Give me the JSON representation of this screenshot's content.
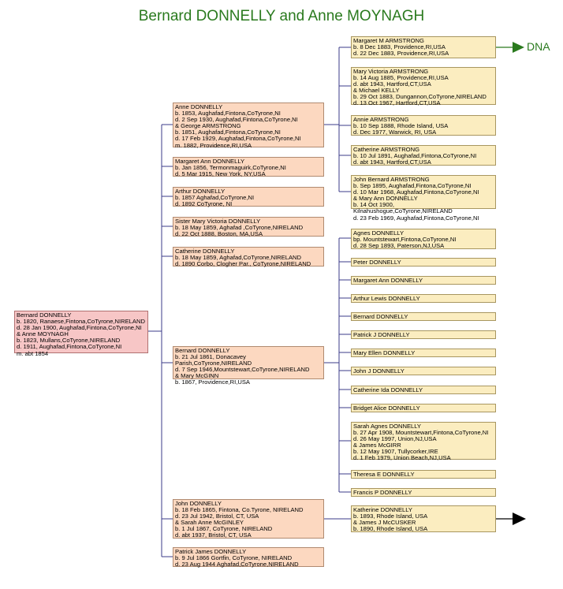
{
  "title": "Bernard DONNELLY and Anne MOYNAGH",
  "root": "Bernard DONNELLY\nb. 1820, Ranaese,Fintona,CoTyrone,NIRELAND\nd. 28 Jan 1900, Aughafad,Fintona,CoTyrone,NI\n& Anne MOYNAGH\nb. 1823, Mullans,CoTyrone,NIRELAND\nd. 1911, Aughafad,Fintona,CoTyrone,NI\nm. abt 1854",
  "children": [
    "Anne DONNELLY\nb. 1853, Aughafad,Fintona,CoTyrone,NI\nd. 2 Sep 1930, Aughafad,Fintona,CoTyrone,NI\n& George ARMSTRONG\nb. 1851, Aughafad,Fintona,CoTyrone,NI\nd. 17 Feb 1929, Aughafad,Fintona,CoTyrone,NI\nm. 1882, Providence,RI,USA",
    "Margaret Ann DONNELLY\nb. Jan 1856, Termonmaguirk,CoTyrone,NI\nd. 5 Mar 1915, New York, NY,USA",
    "Arthur DONNELLY\nb. 1857 Aghafad,CoTyrone,NI\nd. 1892 CoTyrone, NI",
    "Sister Mary Victoria DONNELLY\nb. 18 May 1859, Aghafad ,CoTyrone,NIRELAND\nd. 22 Oct 1888, Boston, MA,USA",
    "Catherine DONNELLY\nb. 18 May 1859, Aghafad,CoTyrone,NIRELAND\nd. 1890 Corbo, Clogher Par., CoTyrone,NIRELAND",
    "Bernard DONNELLY\nb. 21 Jul 1861, Donacavey Parish,CoTyrone,NIRELAND\nd. 7 Sep 1946,Mountstewart,CoTyrone,NIRELAND\n& Mary McGINN\nb. 1867, Providence,RI,USA",
    "John DONNELLY\nb. 18 Feb 1865, Fintona, Co.Tyrone, NIRELAND\nd. 23 Jul 1942, Bristol, CT, USA\n& Sarah Anne McGINLEY\nb. 1 Jul 1867, CoTyrone, NIRELAND\nd. abt 1937, Bristol, CT, USA",
    "Patrick James DONNELLY\nb. 9 Jul 1866 Gortfin, CoTyrone, NIRELAND\nd. 23 Aug 1944 Aghafad,CoTyrone,NIRELAND"
  ],
  "grandchildren_anne": [
    "Margaret M ARMSTRONG\nb. 8 Dec 1883, Providence,RI,USA\nd. 22 Dec 1883, Providence,RI,USA",
    "Mary Victoria ARMSTRONG\nb. 14 Aug 1885, Providence,RI,USA\nd. abt 1943, Hartford,CT,USA\n& Michael KELLY\nb. 29 Oct 1883, Dungannon,CoTyrone,NIRELAND\nd. 13 Oct 1967, Hartford,CT,USA",
    "Annie ARMSTRONG\nb. 10 Sep 1888, Rhode Island, USA\nd. Dec 1977, Warwick, RI, USA",
    "Catherine ARMSTRONG\nb. 10 Jul 1891, Aughafad,Fintona,CoTyrone,NI\nd. abt 1943, Hartford,CT,USA",
    "John Bernard ARMSTRONG\nb. Sep 1895, Aughafad,Fintona,CoTyrone,NI\nd. 10 Mar 1968, Aughafad,Fintona,CoTyrone,NI\n& Mary Ann DONNELLY\nb. 14 Oct 1900, Kilnahushogue,CoTyrone,NIRELAND\nd. 23 Feb 1969, Aughafad,Fintona,CoTyrone,NI"
  ],
  "grandchildren_bernard": [
    "Agnes DONNELLY\nbp. Mountstewart,Fintona,CoTyrone,NI\nd. 28 Sep 1893, Paterson,NJ,USA",
    "Peter DONNELLY",
    "Margaret Ann DONNELLY",
    "Arthur Lewis DONNELLY",
    "Bernard DONNELLY",
    "Patrick J DONNELLY",
    "Mary Ellen DONNELLY",
    "John J DONNELLY",
    "Catherine Ida DONNELLY",
    "Bridget Alice DONNELLY",
    "Sarah Agnes DONNELLY\nb. 27 Apr 1908, Mountstewart,Fintona,CoTyrone,NI\nd. 26 May 1997, Union,NJ,USA\n& James McGIRR\nb. 12 May 1907, Tullycorker,IRE\nd. 1 Feb 1979, Union Beach,NJ,USA",
    "Theresa E DONNELLY",
    "Francis P DONNELLY"
  ],
  "grandchildren_john": [
    "Katherine DONNELLY\nb. 1893, Rhode Island, USA\n& James J McCUSKER\nb. 1890, Rhode Island, USA"
  ],
  "dna_label": "DNA",
  "colors": {
    "title": "#2a7a1e",
    "root_fill": "#f7c6c6",
    "child_fill": "#fcd8c0",
    "grandchild_fill": "#fbedc0",
    "line": "#3b3b8a"
  }
}
